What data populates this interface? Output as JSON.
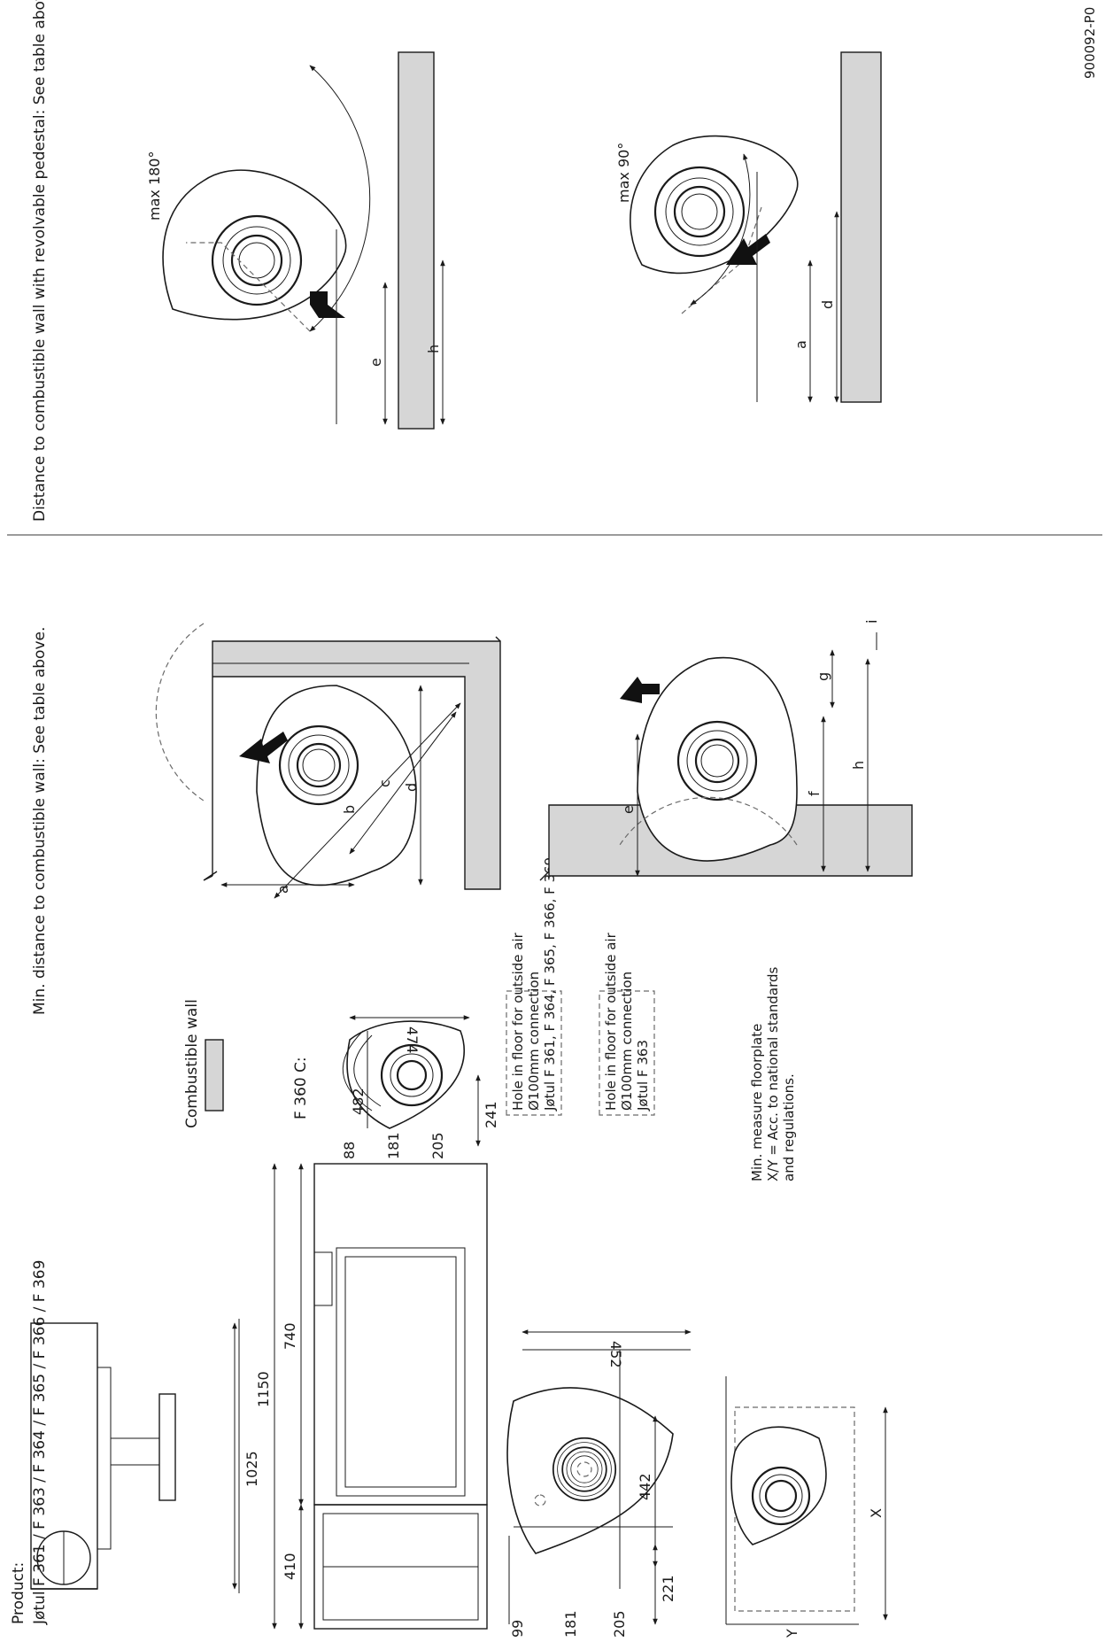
{
  "product": {
    "heading": "Product:",
    "models": "Jøtul F 361 / F 363 / F 364 / F 365 / F 366 / F 369"
  },
  "legend": {
    "combustible_wall": "Combustible wall"
  },
  "panel_titles": {
    "min_distance": "Min. distance to combustible wall: See table above.",
    "revolvable": "Distance to combustible wall with revolvable pedestal: See table above."
  },
  "views": {
    "side_height": "1025",
    "front_total_width": "1150",
    "front_stove_width": "740",
    "front_base_width": "410"
  },
  "f360c": {
    "label": "F 360 C:",
    "dims": [
      "482",
      "474",
      "241",
      "88",
      "181",
      "205"
    ]
  },
  "floor_view": {
    "dims": [
      "442",
      "452",
      "221",
      "99",
      "181",
      "205"
    ]
  },
  "notes": {
    "outside_air_1": {
      "line1": "Hole in floor for outside air",
      "line2": "Ø100mm connection",
      "line3": "Jøtul F 361, F 364, F 365, F 366, F 369"
    },
    "outside_air_2": {
      "line1": "Hole in floor for outside air",
      "line2": "Ø100mm connection",
      "line3": "Jøtul F 363"
    },
    "floorplate": {
      "line1": "Min. measure floorplate",
      "line2": "X/Y = Acc. to national standards",
      "line3": "and regulations."
    }
  },
  "floorplate_axes": {
    "x": "X",
    "y": "Y"
  },
  "letters": {
    "a": "a",
    "b": "b",
    "c": "c",
    "d": "d",
    "e": "e",
    "f": "f",
    "g": "g",
    "h": "h",
    "i": "i"
  },
  "angles": {
    "max180": "max 180°",
    "max90": "max 90°"
  },
  "document_code": "900092-P0"
}
